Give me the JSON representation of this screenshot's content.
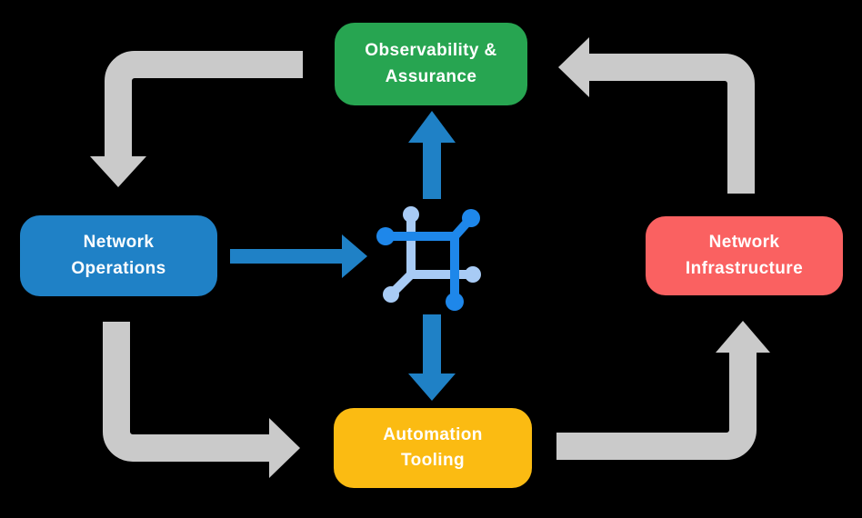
{
  "palette": {
    "background": "#000000",
    "label_text": "#FFFFFF",
    "arrow_gray": "#CACACA",
    "arrow_blue": "#1F81C6",
    "icon_dark_blue": "#1E87EA",
    "icon_light_blue": "#A8CBF5"
  },
  "nodes": {
    "observability": {
      "line1": "Observability &",
      "line2": "Assurance",
      "color": "#27A551"
    },
    "operations": {
      "line1": "Network",
      "line2": "Operations",
      "color": "#1F81C6"
    },
    "infrastructure": {
      "line1": "Network",
      "line2": "Infrastructure",
      "color": "#FA6161"
    },
    "automation": {
      "line1": "Automation",
      "line2": "Tooling",
      "color": "#FBBB12"
    }
  },
  "center_icon": {
    "name": "network-mesh-icon"
  }
}
